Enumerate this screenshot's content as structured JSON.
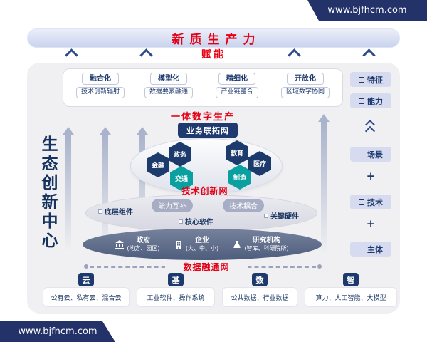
{
  "watermark": {
    "top": "www.bjfhcm.com",
    "bottom": "www.bjfhcm.com"
  },
  "banner": {
    "title": "新质生产力"
  },
  "empower_label": "赋能",
  "left_title": "生态创新中心",
  "features": {
    "columns": [
      {
        "cap": "融合化",
        "desc": "技术创新辐射"
      },
      {
        "cap": "模型化",
        "desc": "数据要素融通"
      },
      {
        "cap": "精细化",
        "desc": "产业链整合"
      },
      {
        "cap": "开放化",
        "desc": "区域数字协同"
      }
    ]
  },
  "rail": {
    "feature": "特征",
    "ability": "能力",
    "scene": "场景",
    "tech": "技术",
    "subject": "主体",
    "plus": "+"
  },
  "integrated_label": "一体数字生产",
  "business_net": {
    "title": "业务联拓网",
    "hex": [
      {
        "label": "金融",
        "color": "#1c3a6b"
      },
      {
        "label": "政务",
        "color": "#1c3a6b"
      },
      {
        "label": "交通",
        "color": "#0aa0a0"
      },
      {
        "label": "教育",
        "color": "#1c3a6b"
      },
      {
        "label": "制造",
        "color": "#0aa0a0"
      },
      {
        "label": "医疗",
        "color": "#1c3a6b"
      }
    ]
  },
  "tech_net": {
    "title": "技术创新网",
    "n1": "底层组件",
    "n2": "能力互补",
    "n3": "技术耦合",
    "n4": "核心软件",
    "n5": "关键硬件"
  },
  "entities": {
    "items": [
      {
        "name": "政府",
        "sub": "(地方、园区)"
      },
      {
        "name": "企业",
        "sub": "(大、中、小)"
      },
      {
        "name": "研究机构",
        "sub": "(智库、科研院所)"
      }
    ]
  },
  "data_net": {
    "title": "数据融通网"
  },
  "foundation": [
    {
      "key": "云",
      "desc": "公有云、私有云、混合云"
    },
    {
      "key": "基",
      "desc": "工业软件、操作系统"
    },
    {
      "key": "数",
      "desc": "公共数据、行业数据"
    },
    {
      "key": "智",
      "desc": "算力、人工智能、大模型"
    }
  ],
  "colors": {
    "accent_red": "#e60014",
    "navy": "#1c3a6b",
    "teal": "#0aa0a0",
    "panel_bg": "#f0f0f3",
    "watermark_bg": "#233268",
    "rail_chip_bg": "#d6dbf0"
  }
}
